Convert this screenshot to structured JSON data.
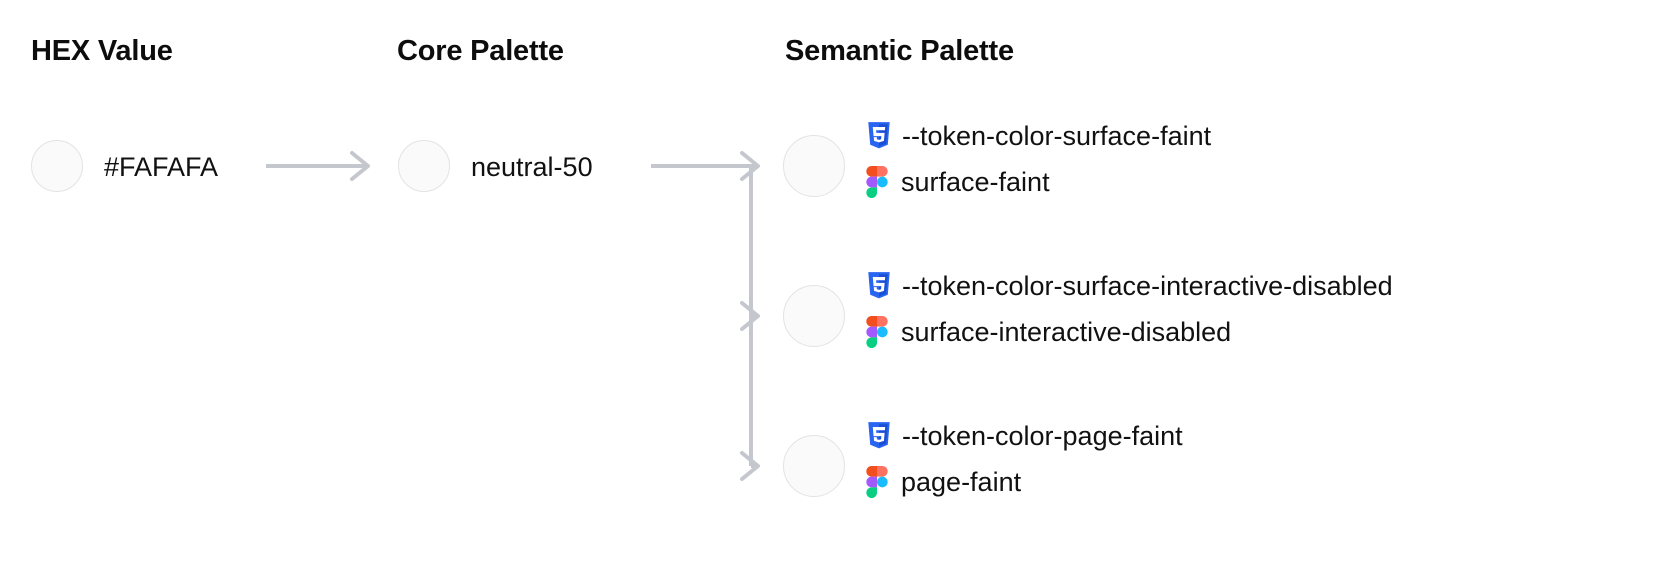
{
  "diagram": {
    "title_columns": [
      {
        "id": "hex",
        "label": "HEX Value"
      },
      {
        "id": "core",
        "label": "Core Palette"
      },
      {
        "id": "semantic",
        "label": "Semantic Palette"
      }
    ],
    "hex": {
      "value": "#FAFAFA",
      "swatch_color": "#FAFAFA"
    },
    "core": {
      "value": "neutral-50",
      "swatch_color": "#FAFAFA"
    },
    "semantic": {
      "swatch_color": "#FAFAFA",
      "tokens": [
        {
          "css_icon": "css3-icon",
          "css_variable": "--token-color-surface-faint",
          "figma_icon": "figma-icon",
          "figma_name": "surface-faint"
        },
        {
          "css_icon": "css3-icon",
          "css_variable": "--token-color-surface-interactive-disabled",
          "figma_icon": "figma-icon",
          "figma_name": "surface-interactive-disabled"
        },
        {
          "css_icon": "css3-icon",
          "css_variable": "--token-color-page-faint",
          "figma_icon": "figma-icon",
          "figma_name": "page-faint"
        }
      ]
    },
    "colors": {
      "background": "#FFFFFF",
      "text": "#111111",
      "connector": "#C5C7CE",
      "swatch_border": "#E3E3E6",
      "css_icon_blue": "#2965F1",
      "figma_orange": "#F24E1E",
      "figma_purple": "#A259FF",
      "figma_blue": "#1ABCFE",
      "figma_green": "#0ACF83"
    },
    "connector_icons": {
      "arrow_hex_to_core": "arrow-right-icon",
      "arrow_core_to_semantic": "branching-arrow-icon"
    }
  }
}
